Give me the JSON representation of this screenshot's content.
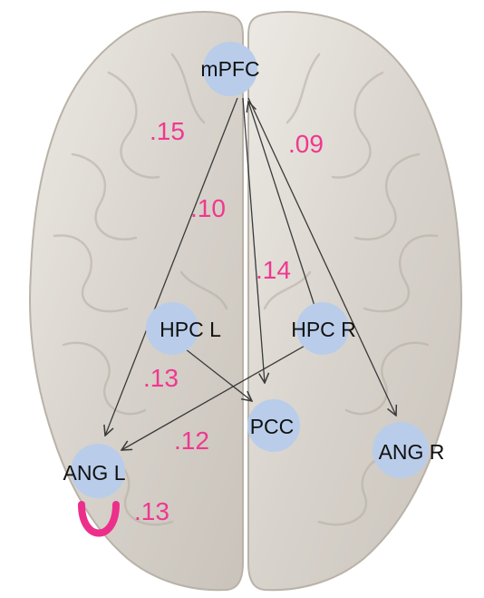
{
  "colors": {
    "node_fill": "#b9cdea",
    "weight_text": "#f0388f",
    "arrow_stroke": "#3a3a3a",
    "brain_fill": "#d9d5cf"
  },
  "nodes": {
    "mpfc": "mPFC",
    "hpc_l": "HPC L",
    "hpc_r": "HPC R",
    "pcc": "PCC",
    "ang_l": "ANG L",
    "ang_r": "ANG R"
  },
  "weights": {
    "mpfc_to_angl": ".15",
    "mpfc_to_angr": ".09",
    "mpfc_to_pcc": ".10",
    "hpcr_to_mpfc": ".14",
    "hpcl_to_pcc": ".13",
    "hpcr_to_angl": ".12",
    "angl_self": ".13"
  },
  "icons": {
    "self_loop": "self-loop-icon",
    "brain": "brain-background-icon"
  }
}
